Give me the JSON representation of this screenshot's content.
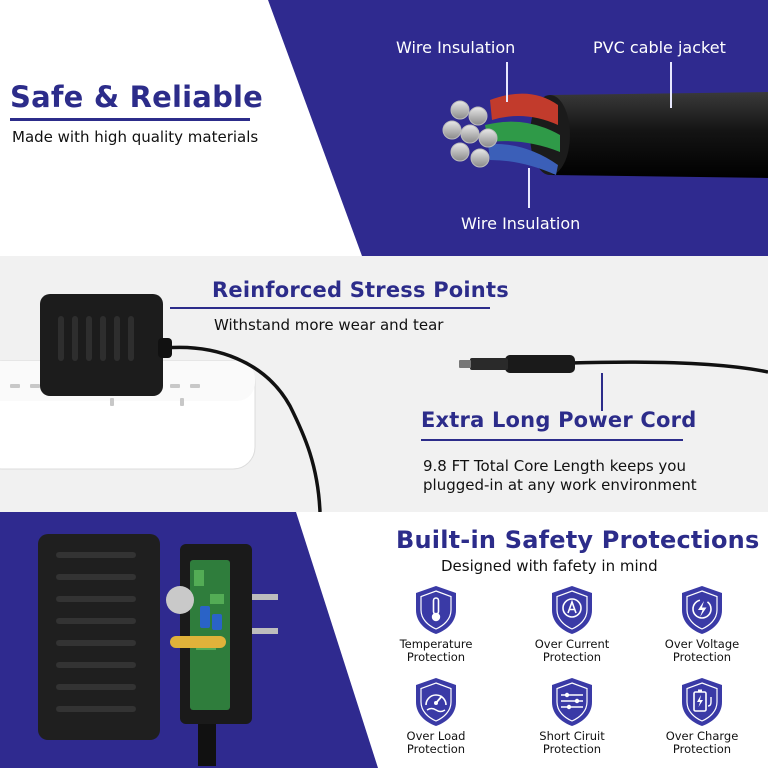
{
  "section1": {
    "title": "Safe & Reliable",
    "subtitle": "Made with high quality materials",
    "callouts": {
      "wire_insulation_top": "Wire Insulation",
      "pvc_jacket": "PVC cable jacket",
      "wire_insulation_bottom": "Wire Insulation"
    }
  },
  "section2": {
    "stress_title": "Reinforced Stress Points",
    "stress_subtitle": "Withstand more wear and tear",
    "cord_title": "Extra Long Power Cord",
    "cord_line1": "9.8 FT Total Core Length keeps you",
    "cord_line2": "plugged-in at any work environment"
  },
  "section3": {
    "title": "Built-in Safety Protections",
    "subtitle": "Designed with fafety in mind",
    "protections": [
      {
        "line1": "Temperature",
        "line2": "Protection",
        "icon": "thermometer-icon"
      },
      {
        "line1": "Over Current",
        "line2": "Protection",
        "icon": "ampere-icon"
      },
      {
        "line1": "Over Voltage",
        "line2": "Protection",
        "icon": "lightning-icon"
      },
      {
        "line1": "Over Load",
        "line2": "Protection",
        "icon": "gauge-icon"
      },
      {
        "line1": "Short Ciruit",
        "line2": "Protection",
        "icon": "circuit-icon"
      },
      {
        "line1": "Over Charge",
        "line2": "Protection",
        "icon": "battery-icon"
      }
    ]
  },
  "colors": {
    "brand_purple": "#2f2a8f",
    "heading_blue": "#2c2c8a",
    "shield_blue": "#3a3aa6"
  }
}
